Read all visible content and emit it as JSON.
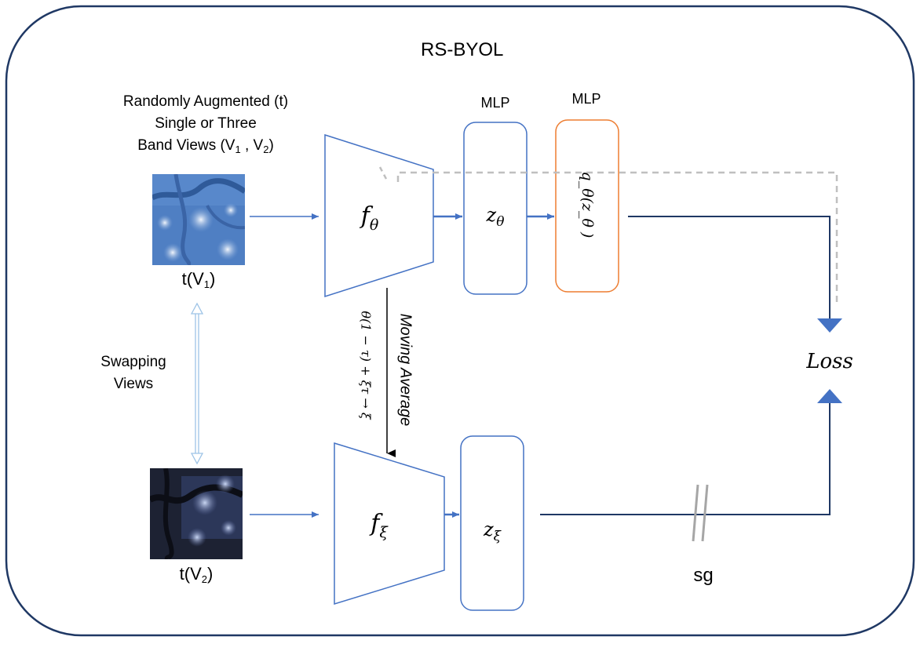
{
  "title": "RS-BYOL",
  "augment_caption": {
    "line1": "Randomly Augmented (t)",
    "line2": "Single or Three",
    "line3_prefix": "Band Views (V",
    "line3_sub1": "1",
    "line3_mid": " , V",
    "line3_sub2": "2",
    "line3_suffix": ")"
  },
  "view1": {
    "prefix": "t(V",
    "sub": "1",
    "suffix": ")"
  },
  "view2": {
    "prefix": "t(V",
    "sub": "2",
    "suffix": ")"
  },
  "swapping": {
    "line1": "Swapping",
    "line2": "Views"
  },
  "mlp1_label": "MLP",
  "mlp2_label": "MLP",
  "online_encoder": {
    "symbol": "f",
    "sub": "θ"
  },
  "target_encoder": {
    "symbol": "f",
    "sub": "ξ"
  },
  "online_proj": {
    "symbol": "z",
    "sub": "θ"
  },
  "target_proj": {
    "symbol": "z",
    "sub": "ξ"
  },
  "predictor": "q_θ(z_θ )",
  "moving_average": {
    "label": "Moving Average",
    "formula": "θ(1 − τ) + ξτ → ξ"
  },
  "loss_label": "Loss",
  "stop_gradient_label": "sg",
  "colors": {
    "frame": "#1f3864",
    "blue": "#4472c4",
    "orange": "#ed7d31",
    "gray_dashed": "#bfbfbf",
    "light_arrow": "#9dc3e6"
  }
}
